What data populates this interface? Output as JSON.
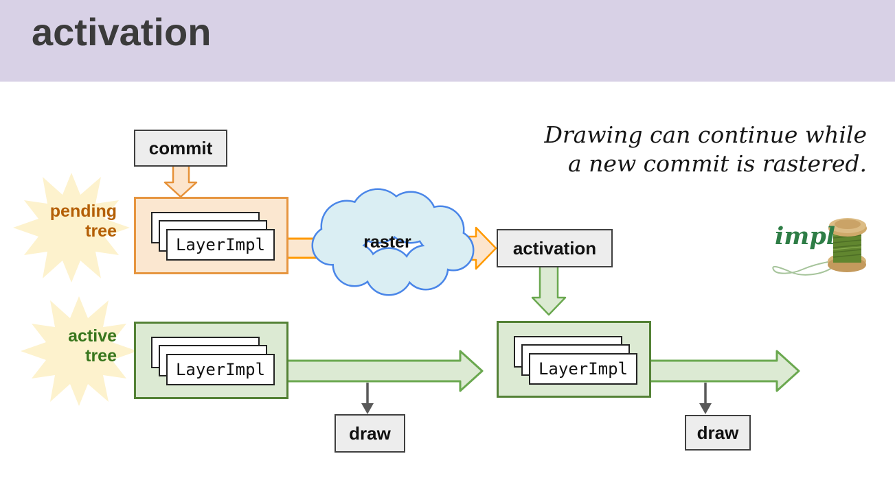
{
  "header": {
    "title": "activation"
  },
  "quote": {
    "line1": "Drawing can continue while",
    "line2": "a new commit is rastered."
  },
  "pipeline": {
    "commit": "commit",
    "raster": "raster",
    "activation": "activation",
    "draw": "draw",
    "layer_impl": "LayerImpl",
    "pending_tree": {
      "line1": "pending",
      "line2": "tree"
    },
    "active_tree": {
      "line1": "active",
      "line2": "tree"
    }
  },
  "impl_thread": {
    "label": "impl"
  },
  "colors": {
    "header_bg": "#d8d1e6",
    "title_text": "#3b3b3b",
    "orange_border": "#e6953f",
    "orange_fill": "#fbe7d0",
    "orange_arrow_fill": "#fce5cd",
    "orange_bright": "#ff9900",
    "amber_text": "#b45f06",
    "green_border": "#538135",
    "green_fill": "#dcead3",
    "green_arrow": "#6aa84f",
    "green_text": "#38761d",
    "impl_text": "#2e7d46",
    "cloud_fill": "#daeef3",
    "cloud_border": "#4a86e8",
    "starburst": "#fdf2cd",
    "box_gray_fill": "#ededed",
    "box_gray_border": "#3f3f3f",
    "arrow_gray": "#595959"
  }
}
